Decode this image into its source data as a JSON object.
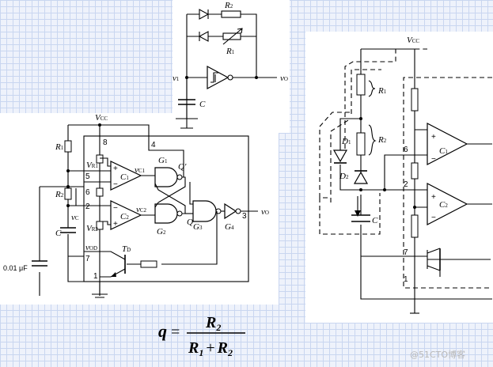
{
  "oscillator": {
    "r2": "R",
    "r2_sub": "2",
    "r1": "R",
    "r1_sub": "1",
    "v1": "v",
    "v1_sub": "1",
    "vo": "v",
    "vo_sub": "O",
    "c": "C"
  },
  "timer": {
    "vcc": "V",
    "vcc_sub": "CC",
    "r1": "R",
    "r1_sub": "1",
    "r2": "R",
    "r2_sub": "2",
    "c": "C",
    "vc": "v",
    "vc_sub": "C",
    "vr1": "V",
    "vr1_sub": "R1",
    "vr2": "V",
    "vr2_sub": "R2",
    "vod": "v",
    "vod_sub": "OD",
    "vc1": "v",
    "vc1_sub": "C1",
    "vc2": "v",
    "vc2_sub": "C2",
    "c1": "C",
    "c1_sub": "1",
    "c2": "C",
    "c2_sub": "2",
    "g1": "G",
    "g1_sub": "1",
    "g2": "G",
    "g2_sub": "2",
    "g3": "G",
    "g3_sub": "3",
    "g4": "G",
    "g4_sub": "4",
    "q": "Q",
    "qp": "Q'",
    "td": "T",
    "td_sub": "D",
    "vo": "v",
    "vo_sub": "O",
    "cap_value": "0.01 μF",
    "pins": [
      "8",
      "4",
      "5",
      "6",
      "2",
      "7",
      "1",
      "3"
    ]
  },
  "right_circuit": {
    "vcc": "V",
    "vcc_sub": "CC",
    "r1": "R",
    "r1_sub": "1",
    "r2": "R",
    "r2_sub": "2",
    "d1": "D",
    "d1_sub": "1",
    "d2": "D",
    "d2_sub": "2",
    "c": "C",
    "c1": "C",
    "c1_sub": "1",
    "c2": "C",
    "c2_sub": "2",
    "pins": [
      "6",
      "2",
      "7",
      "1"
    ]
  },
  "formula": {
    "q": "q",
    "eq": "=",
    "num": "R",
    "num_sub": "2",
    "den1": "R",
    "den1_sub": "1",
    "plus": "+",
    "den2": "R",
    "den2_sub": "2"
  },
  "watermark": "@51CTO博客"
}
